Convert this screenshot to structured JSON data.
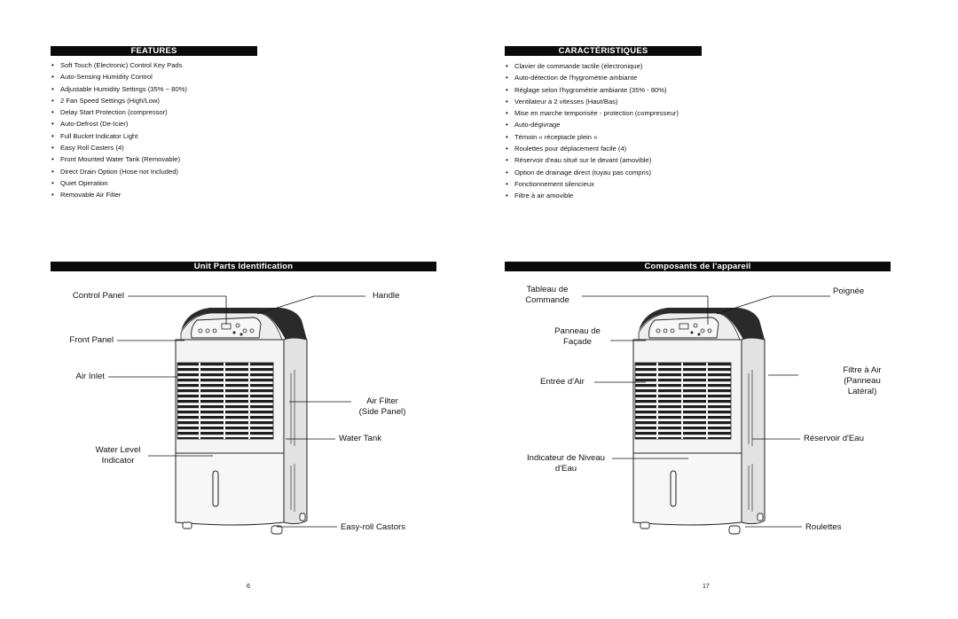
{
  "left": {
    "features_title": "FEATURES",
    "features": [
      "Soft Touch (Electronic) Control Key Pads",
      "Auto-Sensing Humidity Control",
      "Adjustable Humidity Settings (35% ~ 80%)",
      "2 Fan Speed Settings (High/Low)",
      "Delay Start Protection (compressor)",
      "Auto-Defrost (De-Icier)",
      "Full Bucket Indicator Light",
      "Easy Roll Casters (4)",
      "Front Mounted Water Tank (Removable)",
      "Direct Drain Option (Hose not Included)",
      "Quiet Operation",
      "Removable Air Filter"
    ],
    "parts_title": "Unit Parts Identification",
    "labels": {
      "control_panel": "Control Panel",
      "handle": "Handle",
      "front_panel": "Front Panel",
      "air_inlet": "Air Inlet",
      "air_filter_1": "Air Filter",
      "air_filter_2": "(Side Panel)",
      "water_tank": "Water Tank",
      "water_level_1": "Water Level",
      "water_level_2": "Indicator",
      "castors": "Easy-roll Castors"
    },
    "page_number": "6"
  },
  "right": {
    "features_title": "CARACTÉRISTIQUES",
    "features": [
      "Clavier de commande tactile (électronique)",
      "Auto-détection de l'hygrométrie ambiante",
      "Réglage selon l'hygrométrie ambiante (35% - 80%)",
      "Ventilateur à 2 vitesses (Haut/Bas)",
      "Mise en marche temporisée - protection (compresseur)",
      "Auto-dégivrage",
      "Témoin « réceptacle plein »",
      "Roulettes pour déplacement facile (4)",
      "Réservoir d'eau situé sur le devant (amovible)",
      "Option de drainage direct (tuyau pas compris)",
      "Fonctionnement silencieux",
      "Filtre à air amovible"
    ],
    "parts_title": "Composants de l'appareil",
    "labels": {
      "tableau_1": "Tableau de",
      "tableau_2": "Commande",
      "poignee": "Poignée",
      "panneau_1": "Panneau de",
      "panneau_2": "Façade",
      "filtre_1": "Filtre à Air",
      "filtre_2": "(Panneau",
      "filtre_3": "Latéral)",
      "entree": "Entrée d'Air",
      "reservoir": "Réservoir d'Eau",
      "indicateur_1": "Indicateur de Niveau",
      "indicateur_2": "d'Eau",
      "roulettes": "Roulettes"
    },
    "page_number": "17"
  }
}
